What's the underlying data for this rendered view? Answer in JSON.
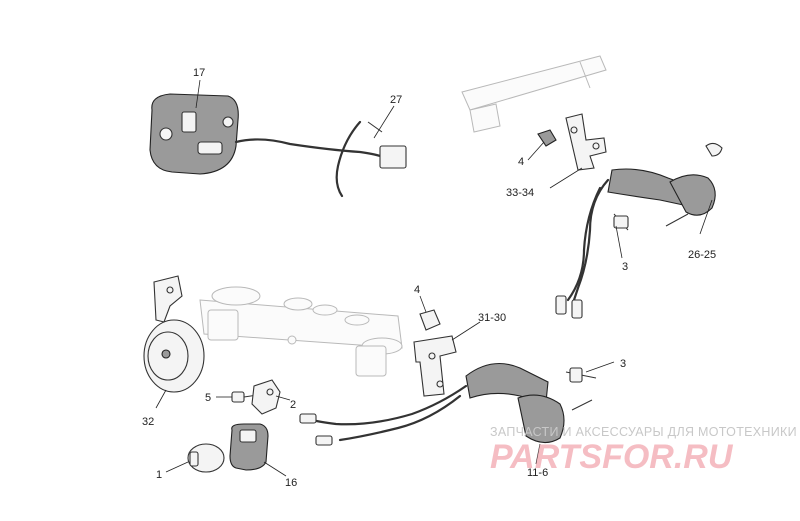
{
  "callouts": {
    "c17": "17",
    "c27": "27",
    "c4a": "4",
    "c3334": "33-34",
    "c3a": "3",
    "c2625": "26-25",
    "c4b": "4",
    "c3130": "31-30",
    "c3b": "3",
    "c32": "32",
    "c5": "5",
    "c2": "2",
    "c1": "1",
    "c16": "16",
    "c116": "11-6"
  },
  "watermark": {
    "tagline": "ЗАПЧАСТИ И АКСЕССУАРЫ ДЛЯ МОТОТЕХНИКИ",
    "logo": "PARTSFOR.RU"
  },
  "colors": {
    "ink": "#222222",
    "ghost": "#b9b9b9",
    "watermark": "#f2a7b0"
  }
}
